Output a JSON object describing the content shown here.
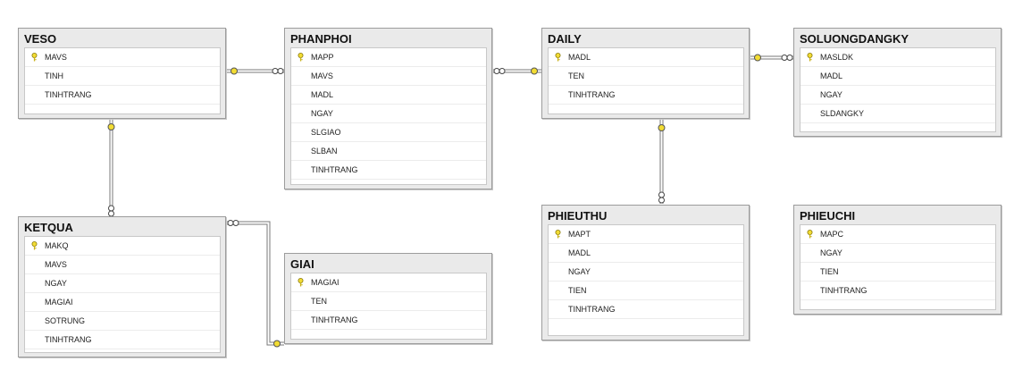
{
  "tables": {
    "veso": {
      "name": "VESO",
      "columns": [
        "MAVS",
        "TINH",
        "TINHTRANG"
      ],
      "key": "MAVS"
    },
    "phanphoi": {
      "name": "PHANPHOI",
      "columns": [
        "MAPP",
        "MAVS",
        "MADL",
        "NGAY",
        "SLGIAO",
        "SLBAN",
        "TINHTRANG"
      ],
      "key": "MAPP"
    },
    "daily": {
      "name": "DAILY",
      "columns": [
        "MADL",
        "TEN",
        "TINHTRANG"
      ],
      "key": "MADL"
    },
    "soluongdangky": {
      "name": "SOLUONGDANGKY",
      "columns": [
        "MASLDK",
        "MADL",
        "NGAY",
        "SLDANGKY"
      ],
      "key": "MASLDK"
    },
    "ketqua": {
      "name": "KETQUA",
      "columns": [
        "MAKQ",
        "MAVS",
        "NGAY",
        "MAGIAI",
        "SOTRUNG",
        "TINHTRANG"
      ],
      "key": "MAKQ"
    },
    "giai": {
      "name": "GIAI",
      "columns": [
        "MAGIAI",
        "TEN",
        "TINHTRANG"
      ],
      "key": "MAGIAI"
    },
    "phieuthu": {
      "name": "PHIEUTHU",
      "columns": [
        "MAPT",
        "MADL",
        "NGAY",
        "TIEN",
        "TINHTRANG"
      ],
      "key": "MAPT"
    },
    "phieuchi": {
      "name": "PHIEUCHI",
      "columns": [
        "MAPC",
        "NGAY",
        "TIEN",
        "TINHTRANG"
      ],
      "key": "MAPC"
    }
  },
  "colors": {
    "key": "#f2dc33",
    "connector": "#7a7a7a"
  }
}
